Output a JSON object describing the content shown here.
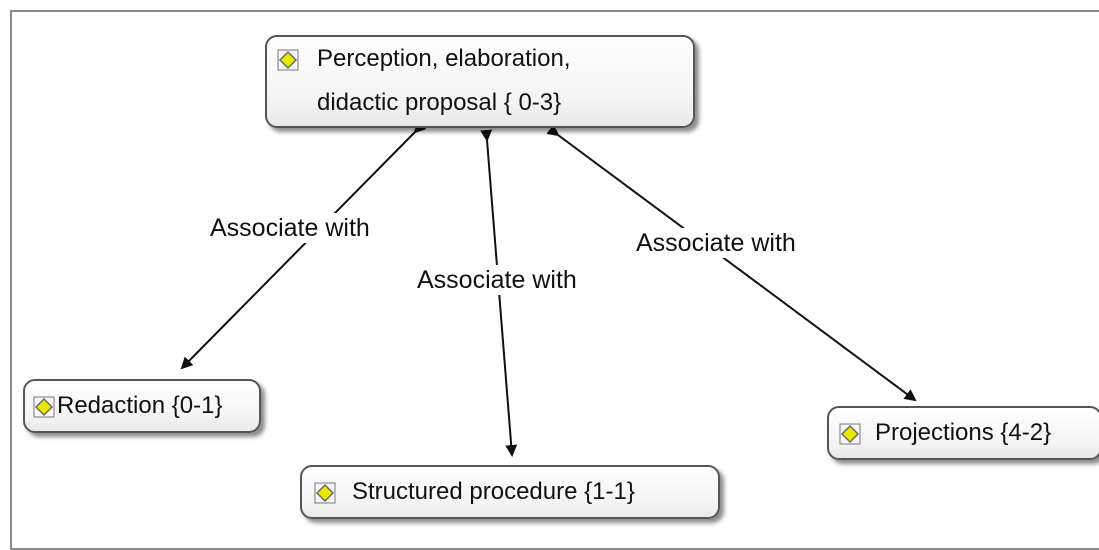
{
  "diagram": {
    "nodes": {
      "main": {
        "line1": "Perception, elaboration,",
        "line2": "didactic proposal  { 0-3}",
        "icon": "concept-icon"
      },
      "redaction": {
        "label": "Redaction {0-1}",
        "icon": "concept-icon"
      },
      "structured": {
        "label": "Structured procedure {1-1}",
        "icon": "concept-icon"
      },
      "projections": {
        "label": "Projections {4-2}",
        "icon": "concept-icon"
      }
    },
    "links": [
      {
        "from": "main",
        "to": "redaction",
        "label": "Associate with"
      },
      {
        "from": "main",
        "to": "structured",
        "label": "Associate with"
      },
      {
        "from": "main",
        "to": "projections",
        "label": "Associate with"
      }
    ],
    "colors": {
      "icon_fill": "#e8e800",
      "icon_stroke": "#6b6b6b",
      "line": "#111111"
    }
  }
}
